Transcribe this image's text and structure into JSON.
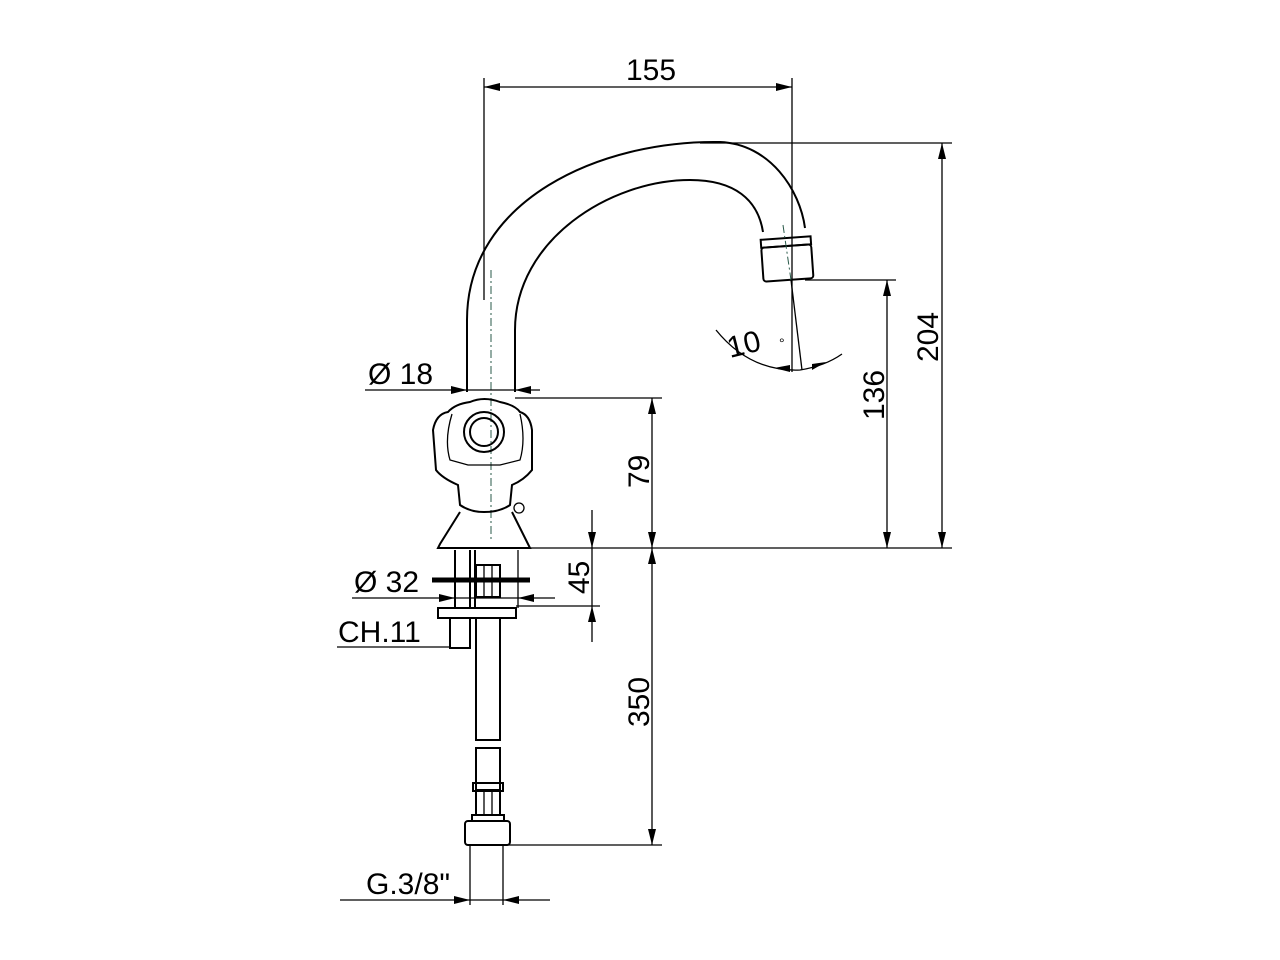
{
  "drawing": {
    "subject": "faucet",
    "dimensions": {
      "spout_reach": "155",
      "total_height": "204",
      "outlet_height": "136",
      "body_height": "79",
      "shank_length": "45",
      "hose_length": "350",
      "spout_diameter": "Ø 18",
      "base_diameter": "Ø 32",
      "nut_size": "CH.11",
      "connection_thread": "G.3/8\"",
      "outlet_angle": "10",
      "degree_symbol": "°"
    }
  }
}
